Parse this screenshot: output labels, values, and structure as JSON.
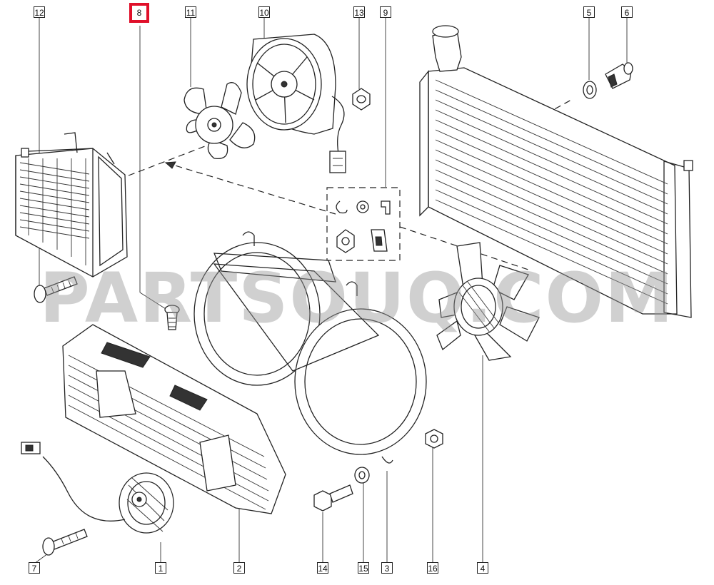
{
  "watermark": "PARTSOUQ.COM",
  "accent_color": "#e0102a",
  "highlighted_part": "8",
  "callouts": {
    "c1": "1",
    "c2": "2",
    "c3": "3",
    "c4": "4",
    "c5": "5",
    "c6": "6",
    "c7": "7",
    "c8": "8",
    "c9": "9",
    "c10": "10",
    "c11": "11",
    "c12": "12",
    "c13": "13",
    "c14": "14",
    "c15": "15",
    "c16": "16"
  }
}
